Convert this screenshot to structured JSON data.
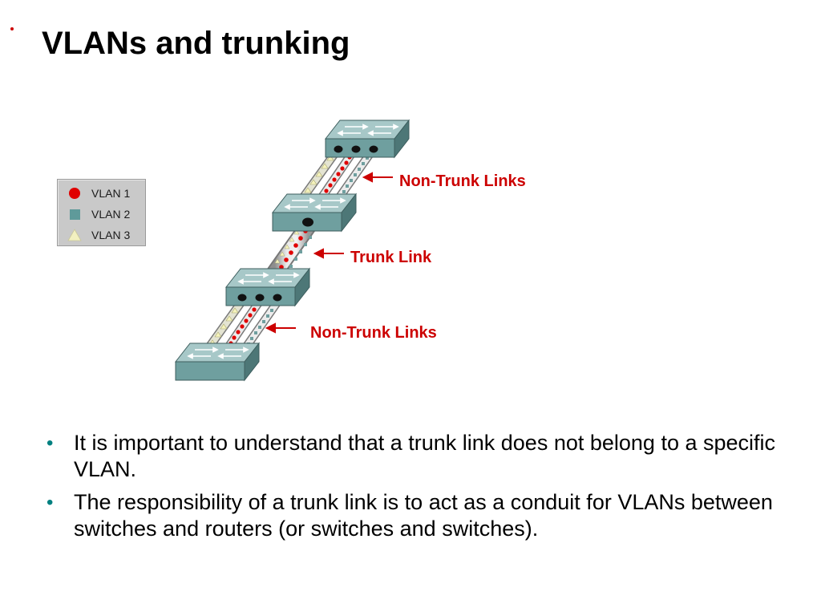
{
  "slide": {
    "title": "VLANs and trunking",
    "accent_color": "#cc0000",
    "bullet_color": "#008080"
  },
  "legend": {
    "items": [
      {
        "label": "VLAN 1",
        "marker": "red-circle-icon",
        "color": "#e00000"
      },
      {
        "label": "VLAN 2",
        "marker": "teal-square-icon",
        "color": "#5f9a9a"
      },
      {
        "label": "VLAN 3",
        "marker": "yellow-triangle-icon",
        "color": "#f2f0c0"
      }
    ]
  },
  "diagram": {
    "switch_color": "#6f9f9f",
    "link_labels": {
      "top_non_trunk": "Non-Trunk Links",
      "trunk": "Trunk Link",
      "bottom_non_trunk": "Non-Trunk Links"
    },
    "label_color": "#cc0000"
  },
  "bullets": [
    "It is important to understand that a trunk link does not belong to a specific VLAN.",
    "The responsibility of a trunk link is to act as a conduit for VLANs between switches and routers (or switches and switches)."
  ]
}
